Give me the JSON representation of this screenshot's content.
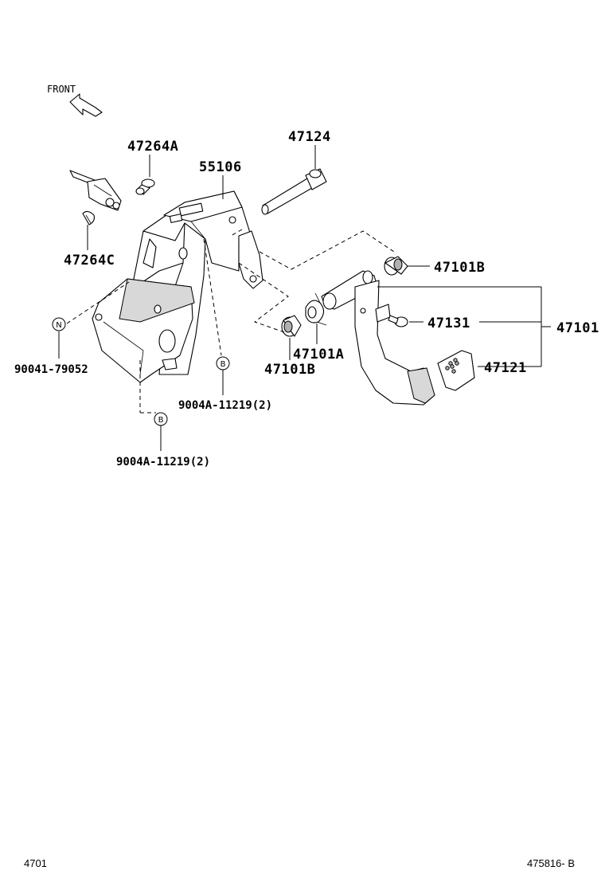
{
  "orientation": {
    "front_label": "FRONT"
  },
  "parts": {
    "p47264a": "47264A",
    "p47124": "47124",
    "p55106": "55106",
    "p47264c": "47264C",
    "p47101b_top": "47101B",
    "p47131": "47131",
    "p47101": "47101",
    "p90041": "90041-79052",
    "p47101a": "47101A",
    "p47101b_bottom": "47101B",
    "p47121": "47121",
    "p9004a_right": "9004A-11219(2)",
    "p9004a_left": "9004A-11219(2)"
  },
  "callouts": {
    "n": "N",
    "b1": "B",
    "b2": "B"
  },
  "footer": {
    "left": "4701",
    "right": "475816- B"
  }
}
